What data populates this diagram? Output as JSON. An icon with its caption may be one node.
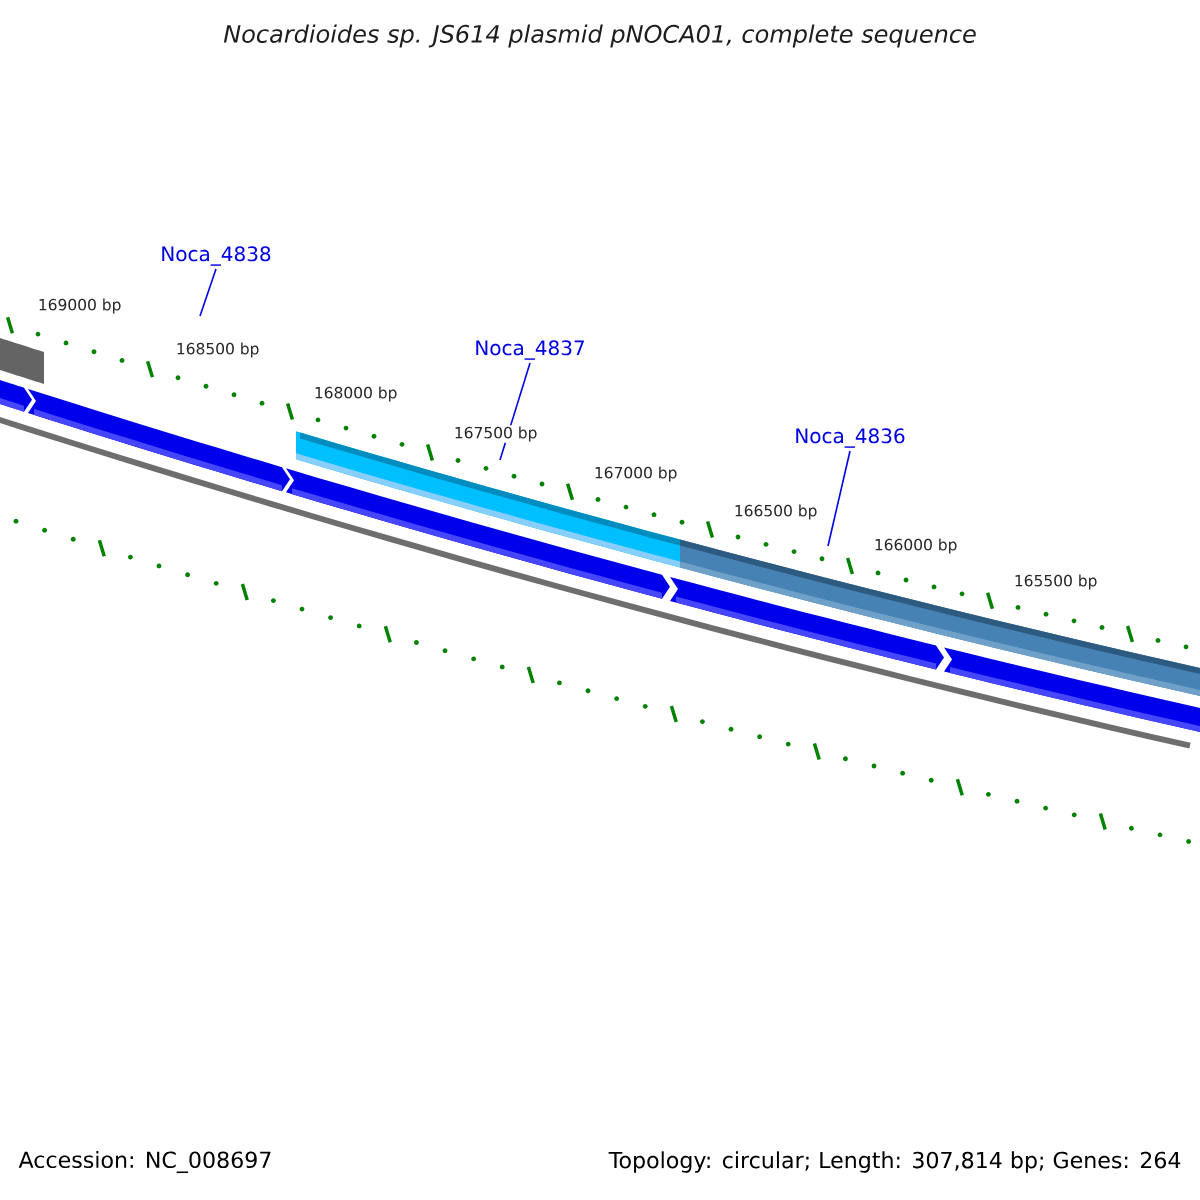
{
  "diagram": {
    "title": "Nocardioides sp. JS614 plasmid pNOCA01, complete sequence",
    "nodes": [
      {
        "text": [
          "Noca_4838"
        ]
      },
      {
        "text": [
          "Noca_4837"
        ]
      },
      {
        "text": [
          "Noca_4836"
        ]
      }
    ],
    "edges": [
      {
        "from": 0,
        "to": null,
        "arrow": "none"
      },
      {
        "from": 1,
        "to": null,
        "arrow": "none"
      },
      {
        "from": 2,
        "to": null,
        "arrow": "none"
      }
    ],
    "labels": [
      "169000 bp",
      "168500 bp",
      "168000 bp",
      "167500 bp",
      "167000 bp",
      "166500 bp",
      "166000 bp",
      "165500 bp",
      "Accession: NC_008697",
      "Topology: circular; Length: 307,814 bp; Genes: 264"
    ]
  }
}
